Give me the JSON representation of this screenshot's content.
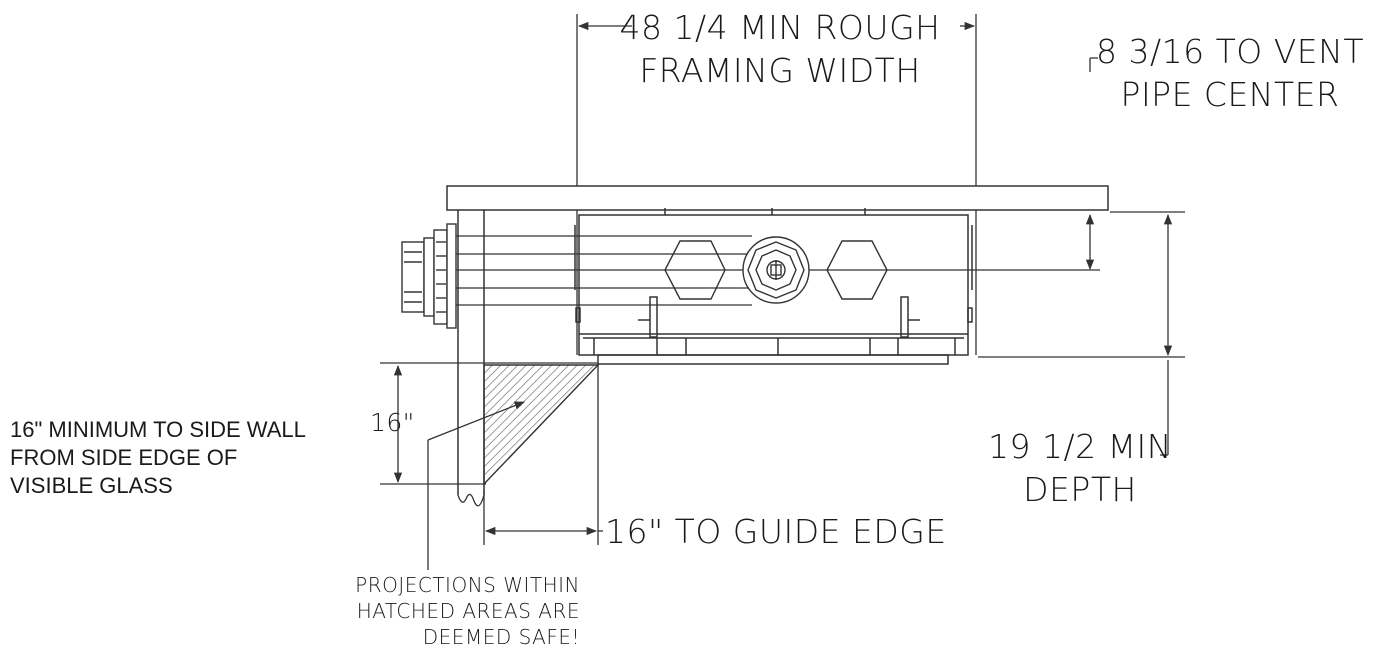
{
  "labels": {
    "framing_width": [
      "48 1/4 MIN ROUGH",
      "FRAMING WIDTH"
    ],
    "vent_center": [
      "8 3/16 TO VENT",
      "PIPE CENTER"
    ],
    "side_wall": [
      "16\" MINIMUM TO SIDE WALL",
      "FROM SIDE EDGE OF",
      "VISIBLE GLASS"
    ],
    "side_dim": "16\"",
    "min_depth": [
      "19 1/2 MIN",
      "DEPTH"
    ],
    "guide_edge": "16\" TO GUIDE EDGE",
    "projections": [
      "PROJECTIONS WITHIN",
      "HATCHED AREAS ARE",
      "DEEMED SAFE!"
    ]
  },
  "colors": {
    "line": "#333333",
    "hatch": "#555555",
    "text": "#1a1a1a",
    "background": "#ffffff"
  }
}
